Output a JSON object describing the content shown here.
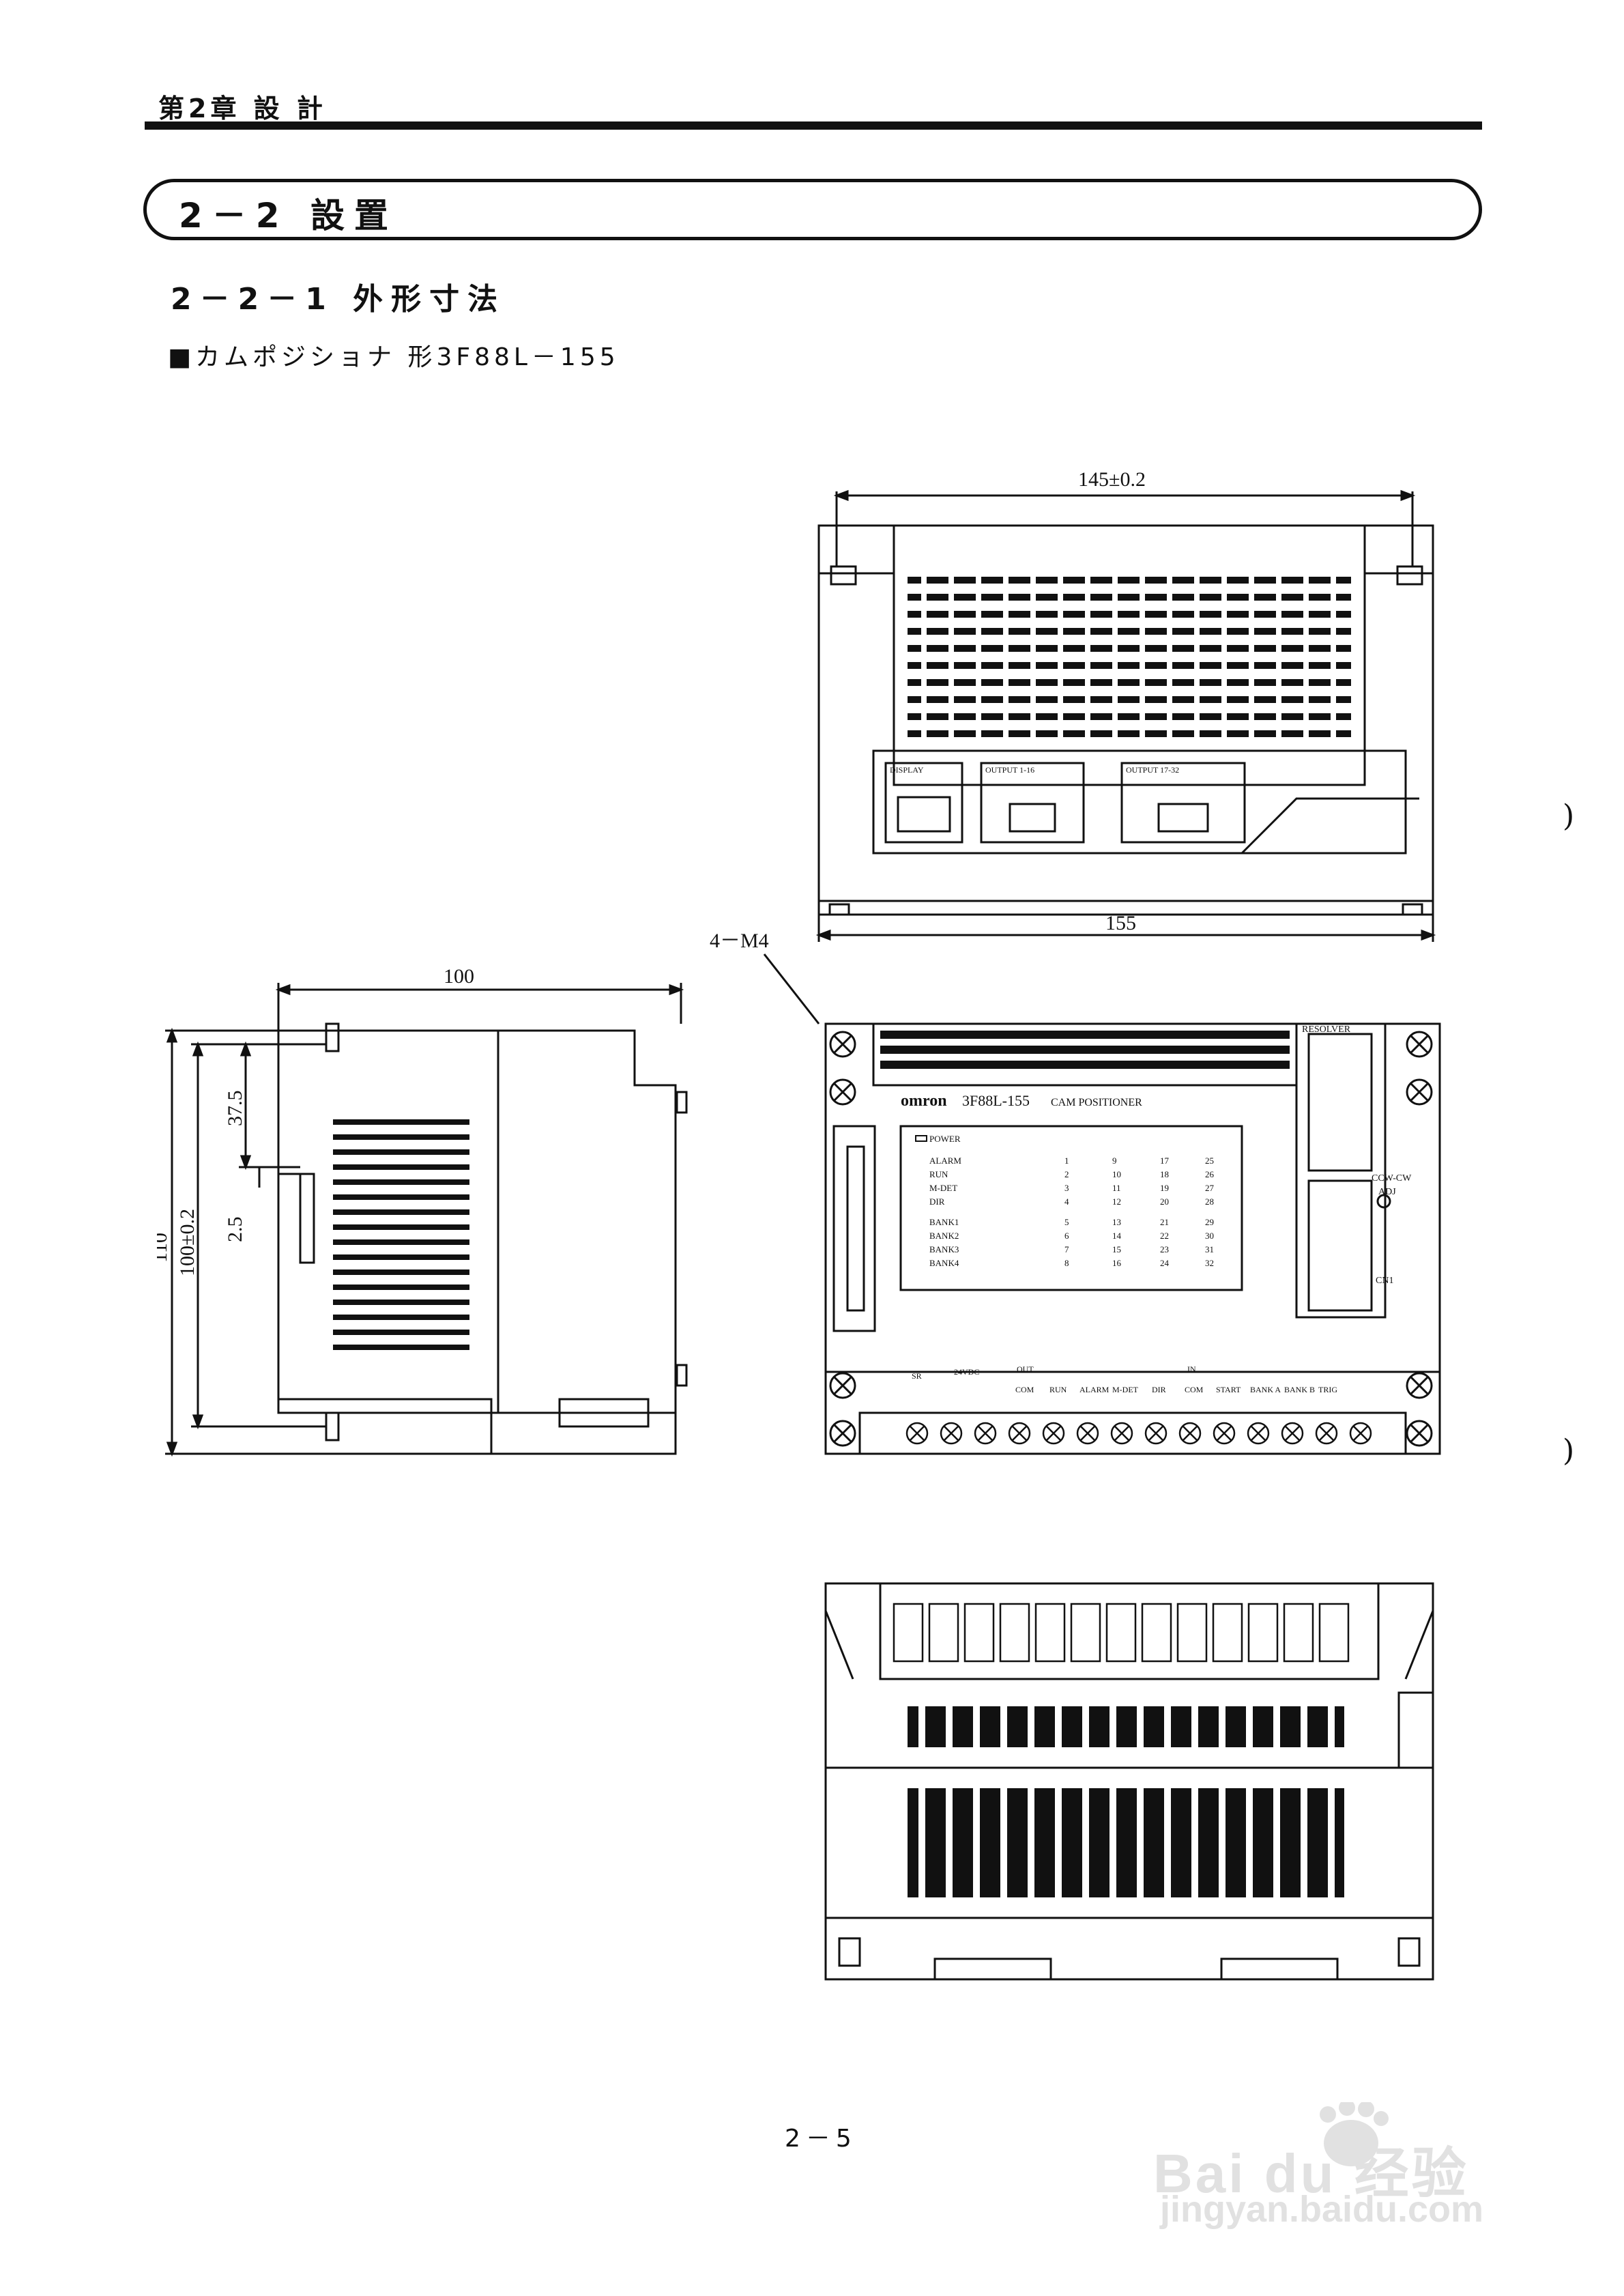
{
  "header": {
    "chapter": "第2章 設 計"
  },
  "section": {
    "title": "2－2 設置"
  },
  "subsection": {
    "title": "2－2－1 外形寸法"
  },
  "product": {
    "line": "■カムポジショナ 形3F88L－155"
  },
  "top_view": {
    "dim_width": "145±0.2",
    "dim_overall": "155",
    "connectors": [
      "DISPLAY",
      "OUTPUT 1-16",
      "OUTPUT 17-32"
    ]
  },
  "side_view": {
    "dim_depth": "100",
    "dim_height": "110",
    "dim_mount_height": "100±0.2",
    "dim_top": "37.5",
    "dim_slot": "2.5"
  },
  "front_view": {
    "callout_screws": "4－M4",
    "brand": "omron",
    "model": "3F88L-155",
    "model_desc": "CAM POSITIONER",
    "resolver_label": "RESOLVER",
    "ccw_cw_label": "CCW-CW",
    "adj_label": "ADJ",
    "cn1_label": "CN1",
    "power_label": "POWER",
    "status_leds": [
      "ALARM",
      "RUN",
      "M-DET",
      "DIR",
      "BANK1",
      "BANK2",
      "BANK3",
      "BANK4"
    ],
    "output_leds": [
      "1",
      "2",
      "3",
      "4",
      "5",
      "6",
      "7",
      "8",
      "9",
      "10",
      "11",
      "12",
      "13",
      "14",
      "15",
      "16",
      "17",
      "18",
      "19",
      "20",
      "21",
      "22",
      "23",
      "24",
      "25",
      "26",
      "27",
      "28",
      "29",
      "30",
      "31",
      "32"
    ],
    "sr_label": "SR",
    "voltage_label": "24VDC",
    "out_group_label": "OUT",
    "in_group_label": "IN",
    "terminal_labels": [
      "COM",
      "RUN",
      "ALARM",
      "M-DET",
      "DIR",
      "COM",
      "START",
      "BANK A",
      "BANK B",
      "TRIG"
    ]
  },
  "footer": {
    "page_number": "2－5"
  },
  "watermark": {
    "logo_text": "Bai du 经验",
    "url": "jingyan.baidu.com"
  }
}
